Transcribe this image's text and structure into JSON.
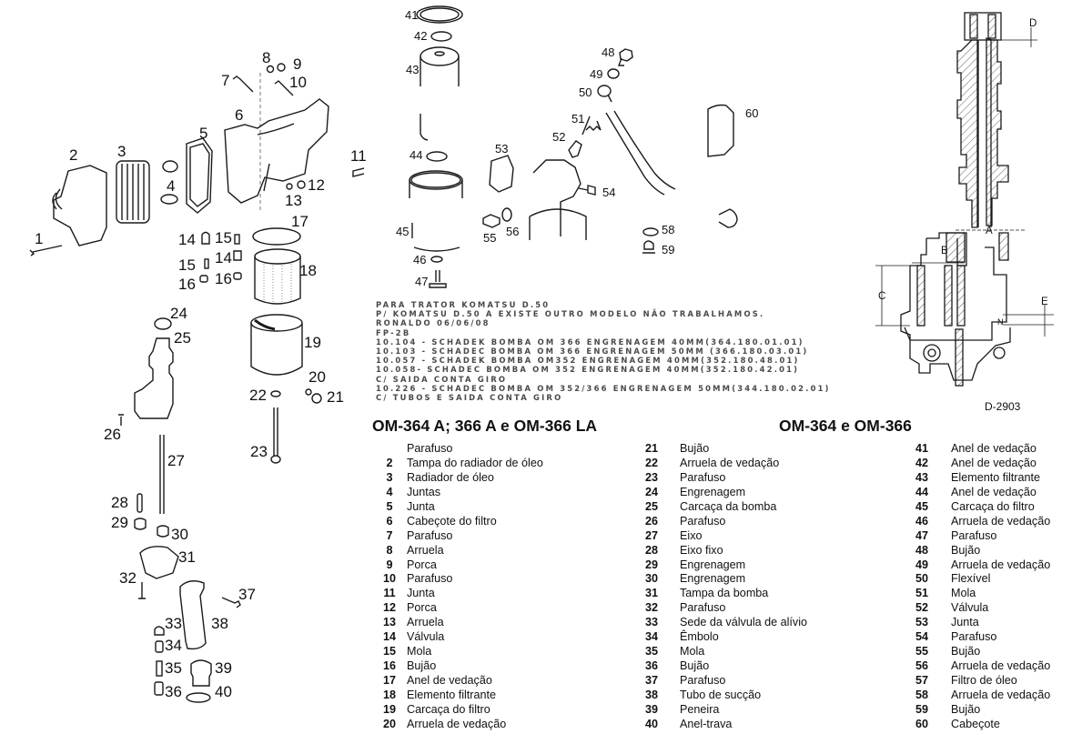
{
  "diagram": {
    "callouts_left": [
      "1",
      "2",
      "3",
      "4",
      "5",
      "6",
      "7",
      "8",
      "9",
      "10",
      "11",
      "12",
      "13",
      "14",
      "15",
      "16",
      "14",
      "15",
      "16",
      "17",
      "18",
      "19",
      "20",
      "21",
      "22",
      "23",
      "24",
      "25",
      "26",
      "27",
      "28",
      "29",
      "30",
      "31",
      "32",
      "33",
      "34",
      "35",
      "36",
      "37",
      "38",
      "39",
      "40"
    ],
    "callouts_right": [
      "41",
      "42",
      "43",
      "44",
      "45",
      "46",
      "47",
      "48",
      "49",
      "50",
      "51",
      "52",
      "53",
      "54",
      "55",
      "56",
      "58",
      "59",
      "60"
    ],
    "section_labels": [
      "A",
      "B",
      "C",
      "D",
      "E",
      "N"
    ],
    "section_code": "D-2903"
  },
  "notes": [
    "PARA TRATOR KOMATSU D.50",
    "P/ KOMATSU D.50 A  EXISTE OUTRO MODELO NÃO TRABALHAMOS.",
    "RONALDO 06/06/08",
    "FP-2B",
    "10.104 - SCHADEK BOMBA OM 366 ENGRENAGEM 40MM(364.180.01.01)",
    "10.103 - SCHADEC BOMBA OM 366 ENGRENAGEM 50MM (366.180.03.01)",
    "10.057 - SCHADEK BOMBA OM352 ENGRENAGEM 40MM(352.180.48.01)",
    "10.058- SCHADEC BOMBA OM 352 ENGRENAGEM 40MM(352.180.42.01)",
    "C/ SAIDA CONTA GIRO",
    "10.226 - SCHADEC BOMBA OM 352/366 ENGRENAGEM 50MM(344.180.02.01)",
    "C/ TUBOS E SAIDA CONTA GIRO"
  ],
  "headings": {
    "left": "OM-364 A; 366 A e OM-366 LA",
    "right": "OM-364 e OM-366"
  },
  "parts": [
    {
      "num": "",
      "name": "Parafuso"
    },
    {
      "num": "2",
      "name": "Tampa do radiador de óleo"
    },
    {
      "num": "3",
      "name": "Radiador de óleo"
    },
    {
      "num": "4",
      "name": "Juntas"
    },
    {
      "num": "5",
      "name": "Junta"
    },
    {
      "num": "6",
      "name": "Cabeçote do filtro"
    },
    {
      "num": "7",
      "name": "Parafuso"
    },
    {
      "num": "8",
      "name": "Arruela"
    },
    {
      "num": "9",
      "name": "Porca"
    },
    {
      "num": "10",
      "name": "Parafuso"
    },
    {
      "num": "11",
      "name": "Junta"
    },
    {
      "num": "12",
      "name": "Porca"
    },
    {
      "num": "13",
      "name": "Arruela"
    },
    {
      "num": "14",
      "name": "Válvula"
    },
    {
      "num": "15",
      "name": "Mola"
    },
    {
      "num": "16",
      "name": "Bujão"
    },
    {
      "num": "17",
      "name": "Anel de vedação"
    },
    {
      "num": "18",
      "name": "Elemento filtrante"
    },
    {
      "num": "19",
      "name": "Carcaça do filtro"
    },
    {
      "num": "20",
      "name": "Arruela de vedação"
    },
    {
      "num": "21",
      "name": "Bujão"
    },
    {
      "num": "22",
      "name": "Arruela de vedação"
    },
    {
      "num": "23",
      "name": "Parafuso"
    },
    {
      "num": "24",
      "name": "Engrenagem"
    },
    {
      "num": "25",
      "name": "Carcaça da bomba"
    },
    {
      "num": "26",
      "name": "Parafuso"
    },
    {
      "num": "27",
      "name": "Eixo"
    },
    {
      "num": "28",
      "name": "Eixo fixo"
    },
    {
      "num": "29",
      "name": "Engrenagem"
    },
    {
      "num": "30",
      "name": "Engrenagem"
    },
    {
      "num": "31",
      "name": "Tampa da bomba"
    },
    {
      "num": "32",
      "name": "Parafuso"
    },
    {
      "num": "33",
      "name": "Sede da válvula de alívio"
    },
    {
      "num": "34",
      "name": "Êmbolo"
    },
    {
      "num": "35",
      "name": "Mola"
    },
    {
      "num": "36",
      "name": "Bujão"
    },
    {
      "num": "37",
      "name": "Parafuso"
    },
    {
      "num": "38",
      "name": "Tubo de sucção"
    },
    {
      "num": "39",
      "name": "Peneira"
    },
    {
      "num": "40",
      "name": "Anel-trava"
    },
    {
      "num": "41",
      "name": "Anel de vedação"
    },
    {
      "num": "42",
      "name": "Anel de vedação"
    },
    {
      "num": "43",
      "name": "Elemento filtrante"
    },
    {
      "num": "44",
      "name": "Anel de vedação"
    },
    {
      "num": "45",
      "name": "Carcaça do filtro"
    },
    {
      "num": "46",
      "name": "Arruela de vedação"
    },
    {
      "num": "47",
      "name": "Parafuso"
    },
    {
      "num": "48",
      "name": "Bujão"
    },
    {
      "num": "49",
      "name": "Arruela de vedação"
    },
    {
      "num": "50",
      "name": "Flexível"
    },
    {
      "num": "51",
      "name": "Mola"
    },
    {
      "num": "52",
      "name": "Válvula"
    },
    {
      "num": "53",
      "name": "Junta"
    },
    {
      "num": "54",
      "name": "Parafuso"
    },
    {
      "num": "55",
      "name": "Bujão"
    },
    {
      "num": "56",
      "name": "Arruela de vedação"
    },
    {
      "num": "57",
      "name": "Filtro de óleo"
    },
    {
      "num": "58",
      "name": "Arruela de vedação"
    },
    {
      "num": "59",
      "name": "Bujão"
    },
    {
      "num": "60",
      "name": "Cabeçote"
    }
  ]
}
